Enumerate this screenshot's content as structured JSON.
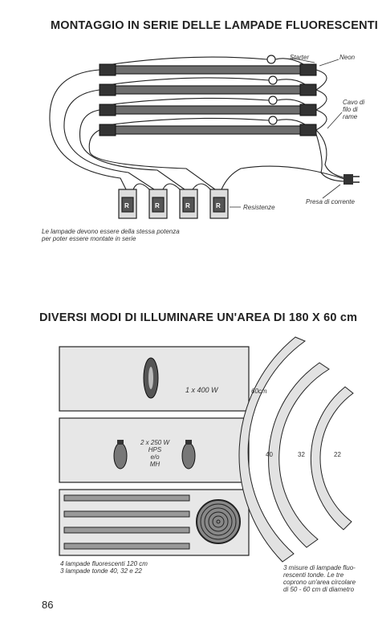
{
  "section1": {
    "title": "MONTAGGIO IN SERIE DELLE LAMPADE FLUORESCENTI",
    "labels": {
      "starter": "Starter",
      "neon": "Neon",
      "cavo": [
        "Cavo di",
        "filo di",
        "rame"
      ],
      "presa": "Presa di corrente",
      "resistenze": "Resistenze"
    },
    "resistor_letters": [
      "R",
      "R",
      "R",
      "R"
    ],
    "caption": [
      "Le lampade devono essere della stessa potenza",
      "per poter essere montate in serie"
    ]
  },
  "section2": {
    "title": "DIVERSI MODI DI ILLUMINARE UN'AREA DI 180 X 60 cm",
    "box1_label": "1 x 400 W",
    "dim_label": "60cm",
    "box2_label": [
      "2 x 250 W",
      "HPS",
      "e/o",
      "MH"
    ],
    "ring_numbers": [
      "40",
      "32",
      "22"
    ],
    "caption_left": [
      "4 lampade fluorescenti 120 cm",
      "3 lampade tonde 40, 32 e 22"
    ],
    "caption_right": [
      "3 misure di lampade fluo-",
      "rescenti tonde. Le tre",
      "coprono un'area circolare",
      "di 50 - 60 cm di diametro"
    ]
  },
  "page_number": "86"
}
